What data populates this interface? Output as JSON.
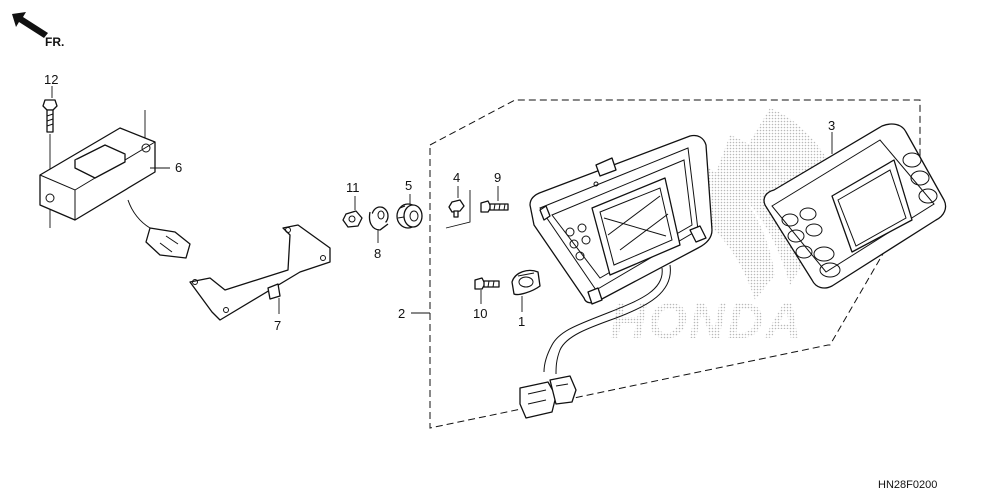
{
  "direction_marker": {
    "label": "FR.",
    "icon": "front-direction-arrow-icon"
  },
  "diagram_code": "HN28F0200",
  "watermark": {
    "text": "HONDA",
    "icon": "honda-wing-logo-icon",
    "color": "#b9b9b9"
  },
  "callouts": {
    "p1": "1",
    "p2": "2",
    "p3": "3",
    "p4": "4",
    "p5": "5",
    "p6": "6",
    "p7": "7",
    "p8": "8",
    "p9": "9",
    "p10": "10",
    "p11": "11",
    "p12": "12"
  },
  "colors": {
    "line": "#111111",
    "background": "#ffffff",
    "watermark_dots": "#b9b9b9"
  }
}
